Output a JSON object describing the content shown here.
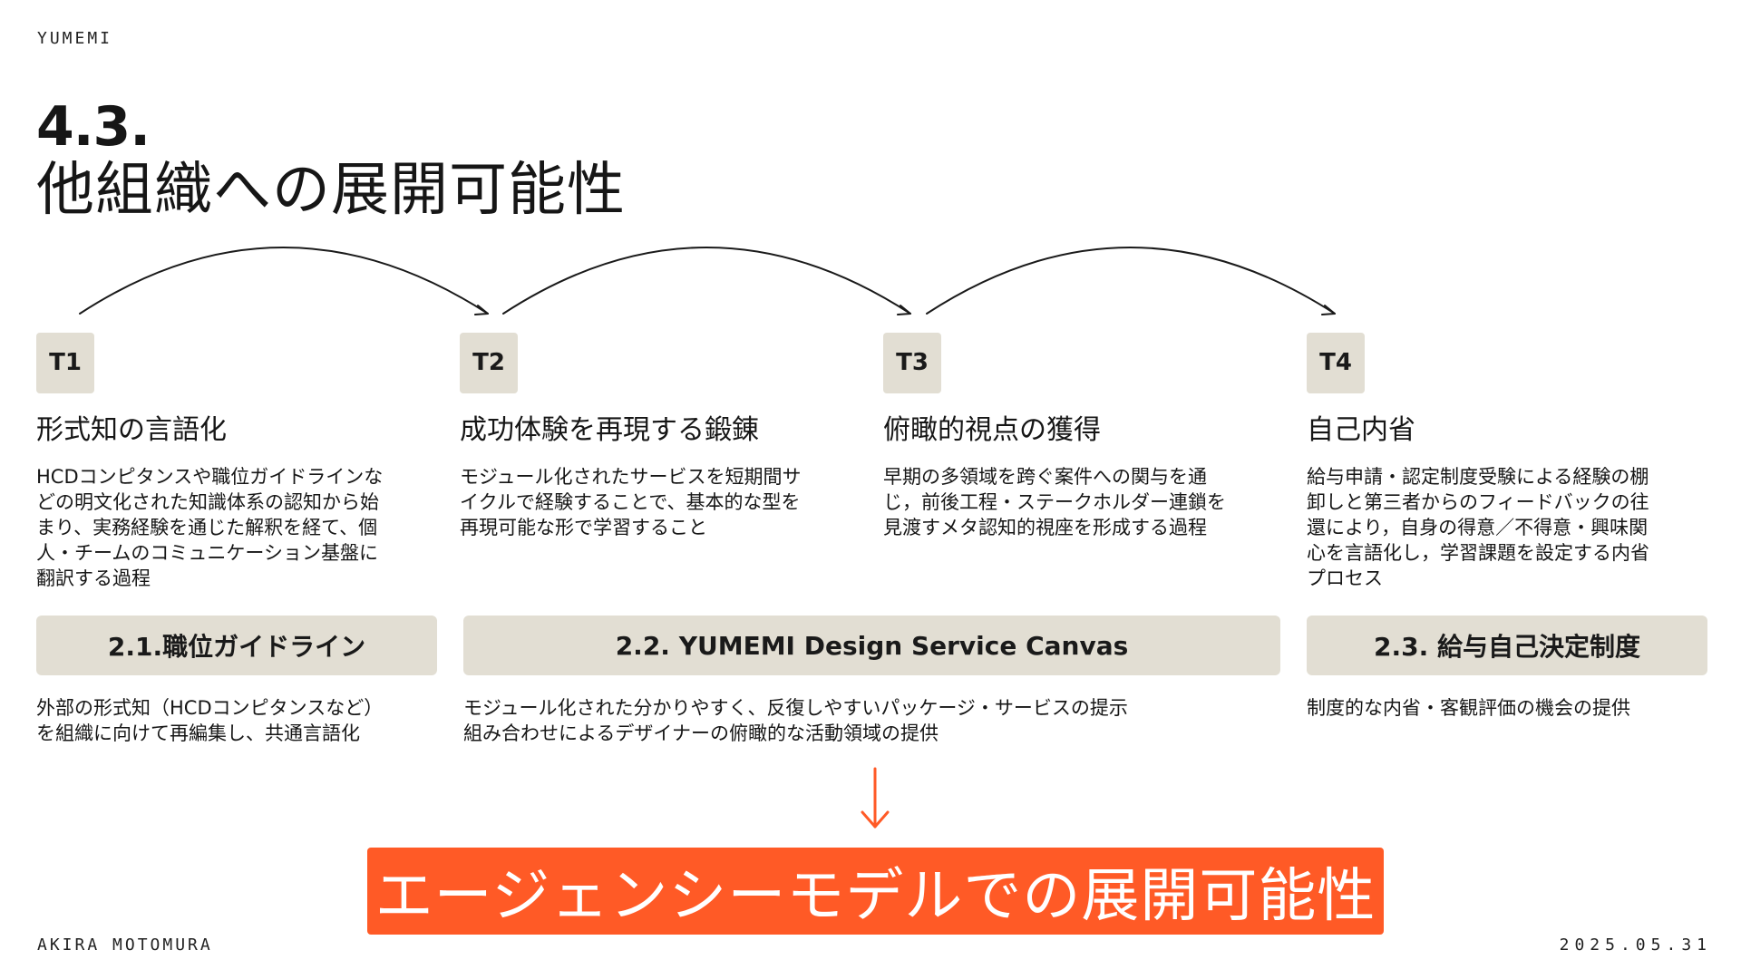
{
  "header": {
    "brand": "YUMEMI"
  },
  "title": {
    "number": "4.3.",
    "text": "他組織への展開可能性"
  },
  "steps": [
    {
      "badge": "T1",
      "title": "形式知の言語化",
      "lines": [
        "HCDコンピタンスや職位ガイドラインな",
        "どの明文化された知識体系の認知から始",
        "まり、実務経験を通じた解釈を経て、個",
        "人・チームのコミュニケーション基盤に",
        "翻訳する過程"
      ]
    },
    {
      "badge": "T2",
      "title": "成功体験を再現する鍛錬",
      "lines": [
        "モジュール化されたサービスを短期間サ",
        "イクルで経験することで、基本的な型を",
        "再現可能な形で学習すること"
      ]
    },
    {
      "badge": "T3",
      "title": "俯瞰的視点の獲得",
      "lines": [
        "早期の多領域を跨ぐ案件への関与を通",
        "じ，前後工程・ステークホルダー連鎖を",
        "見渡すメタ認知的視座を形成する過程"
      ]
    },
    {
      "badge": "T4",
      "title": "自己内省",
      "lines": [
        "給与申請・認定制度受験による経験の棚",
        "卸しと第三者からのフィードバックの往",
        "還により，自身の得意／不得意・興味関",
        "心を言語化し，学習課題を設定する内省",
        "プロセス"
      ]
    }
  ],
  "sections": [
    {
      "label": "2.1.職位ガイドライン",
      "lines": [
        "外部の形式知（HCDコンピタンスなど）",
        "を組織に向けて再編集し、共通言語化"
      ]
    },
    {
      "label": "2.2. YUMEMI Design Service Canvas",
      "lines": [
        "モジュール化された分かりやすく、反復しやすいパッケージ・サービスの提示",
        "組み合わせによるデザイナーの俯瞰的な活動領域の提供"
      ]
    },
    {
      "label": "2.3. 給与自己決定制度",
      "lines": [
        "制度的な内省・客観評価の機会の提供"
      ]
    }
  ],
  "conclusion": {
    "text": "エージェンシーモデルでの展開可能性"
  },
  "footer": {
    "author": "AKIRA MOTOMURA",
    "date": "2025.05.31"
  },
  "colors": {
    "accent": "#ff5a26",
    "chip": "#e2ded3",
    "text": "#161616"
  }
}
